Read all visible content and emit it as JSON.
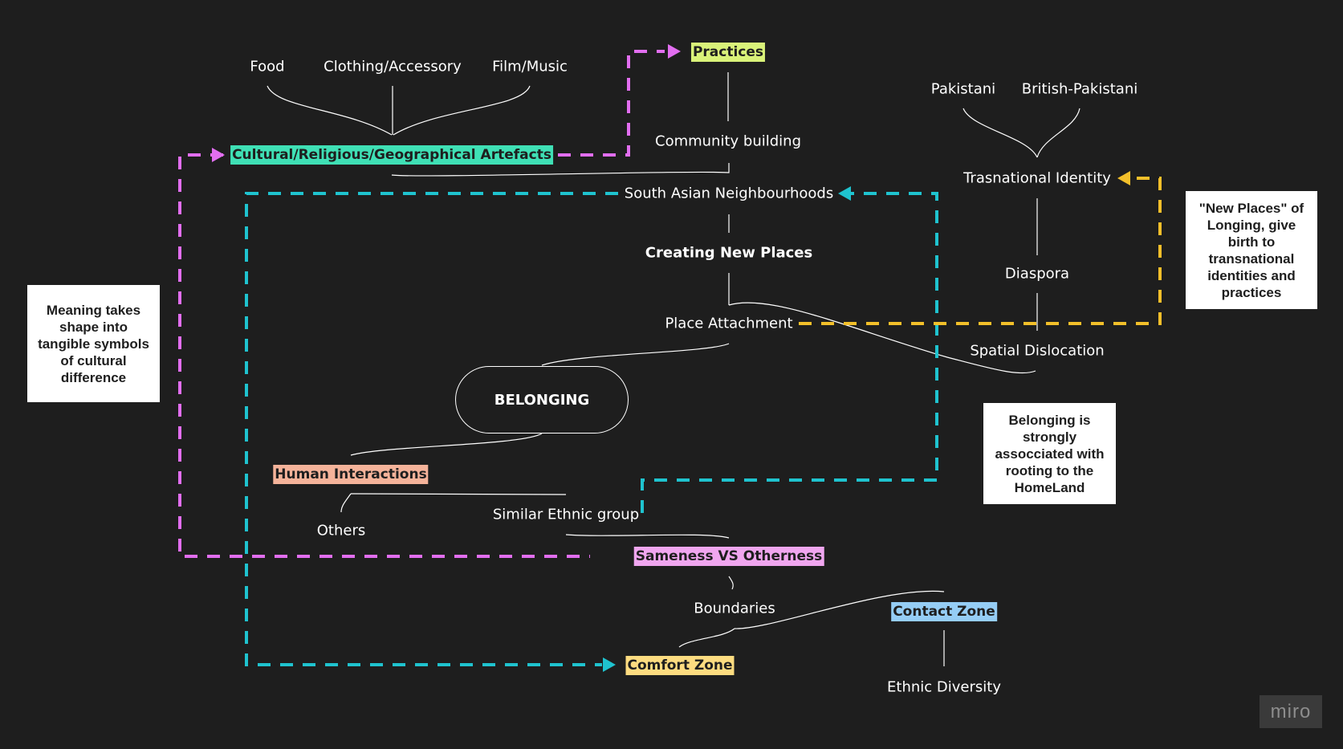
{
  "colors": {
    "background": "#1e1e1e",
    "magenta": "#e26ef0",
    "cyan": "#1fc3cf",
    "yellow": "#f2bf2a",
    "artefacts_bg": "#3fe0b5",
    "practices_bg": "#d9f279",
    "human_bg": "#f5b39a",
    "sameness_bg": "#f0a6ef",
    "contact_bg": "#95cdf5",
    "comfort_bg": "#fddc80"
  },
  "nodes": {
    "food": "Food",
    "clothing": "Clothing/Accessory",
    "film": "Film/Music",
    "artefacts": "Cultural/Religious/Geographical Artefacts",
    "practices": "Practices",
    "community": "Community building",
    "neighbourhoods": "South Asian Neighbourhoods",
    "creating": "Creating New Places",
    "attachment": "Place Attachment",
    "belonging": "BELONGING",
    "human": "Human Interactions",
    "others": "Others",
    "similar": "Similar Ethnic group",
    "sameness": "Sameness VS Otherness",
    "boundaries": "Boundaries",
    "contact": "Contact Zone",
    "comfort": "Comfort Zone",
    "diversity": "Ethnic Diversity",
    "pakistani": "Pakistani",
    "british": "British-Pakistani",
    "transnational": "Trasnational Identity",
    "diaspora": "Diaspora",
    "dislocation": "Spatial Dislocation"
  },
  "notes": {
    "meaning": "Meaning takes shape into tangible symbols of cultural difference",
    "new_places": "\"New Places\" of Longing, give birth to transnational identities and practices",
    "homeland": "Belonging is strongly assocciated with rooting to the HomeLand"
  },
  "logo": "miro"
}
